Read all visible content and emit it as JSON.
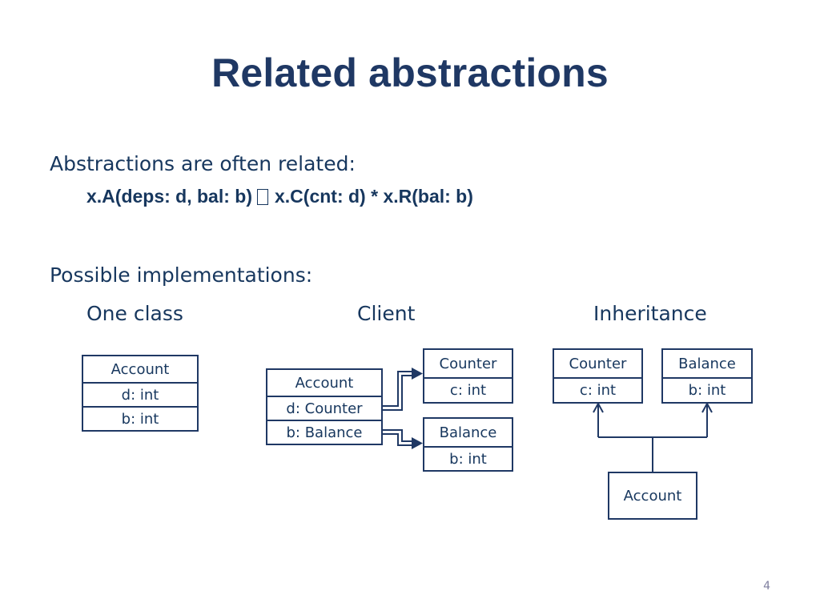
{
  "slide": {
    "title": "Related abstractions",
    "intro": "Abstractions are often related:",
    "formula": {
      "left": "x.A(deps: d, bal: b)",
      "right": "x.C(cnt: d) * x.R(bal: b)"
    },
    "implementations_label": "Possible implementations:",
    "columns": [
      "One class",
      "Client",
      "Inheritance"
    ],
    "page_number": "4"
  },
  "one_class": {
    "account": [
      "Account",
      "d: int",
      "b: int"
    ]
  },
  "client": {
    "account": [
      "Account",
      "d: Counter",
      "b: Balance"
    ],
    "counter": [
      "Counter",
      "c: int"
    ],
    "balance": [
      "Balance",
      "b: int"
    ]
  },
  "inheritance": {
    "counter": [
      "Counter",
      "c: int"
    ],
    "balance": [
      "Balance",
      "b: int"
    ],
    "account": "Account"
  },
  "colors": {
    "title": "#1F3864",
    "text": "#17375E",
    "box_border": "#1F3864",
    "page_number": "#7F7F9F"
  }
}
